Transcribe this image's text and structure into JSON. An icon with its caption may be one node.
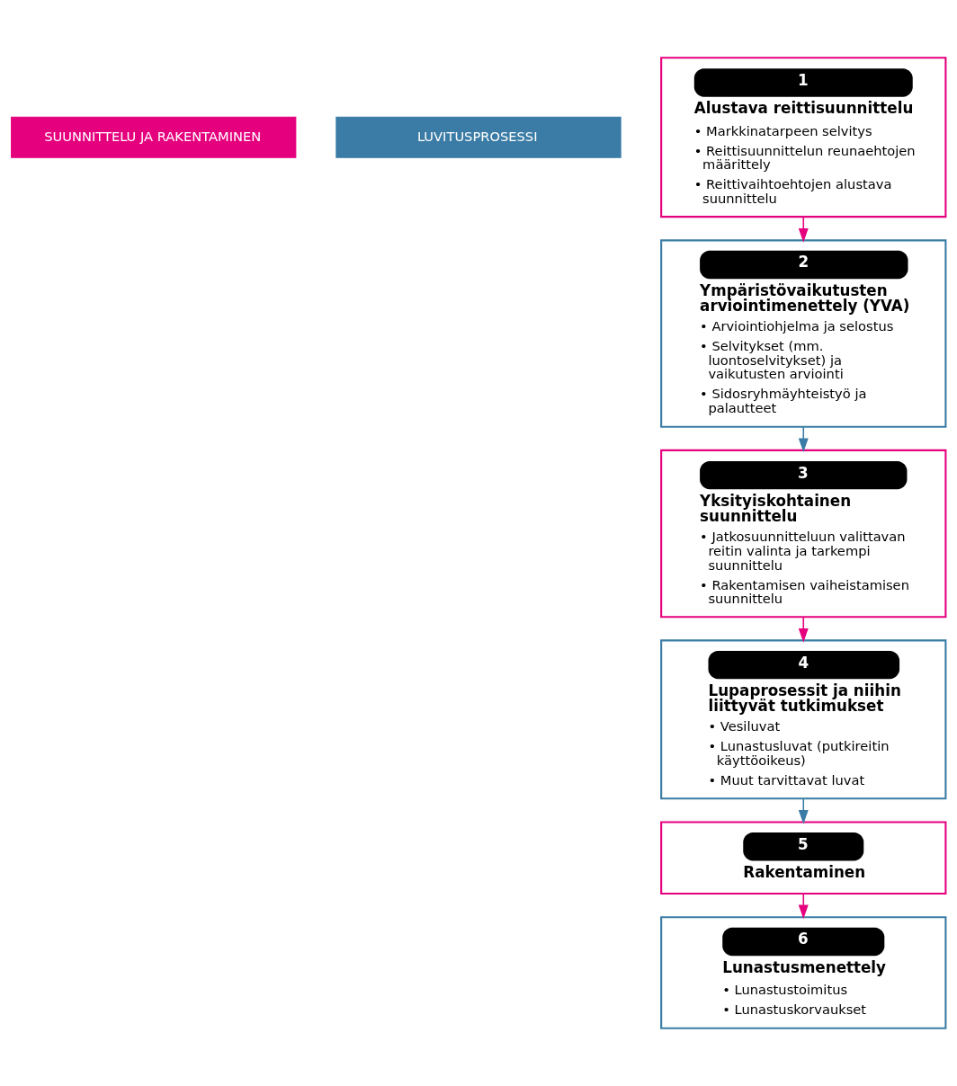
{
  "diagram": {
    "nodes": [
      {
        "text": [
          "SUUNNITTELU JA RAKENTAMINEN"
        ]
      },
      {
        "text": [
          "LUVITUSPROSESSI"
        ]
      },
      {
        "text": [
          "1",
          "Alustava reittisuunnittelu",
          "• Markkinatarpeen selvitys",
          "• Reittisuunnittelun reunaehtojen määrittely",
          "• Reittivaihtoehtojen alustava suunnittelu"
        ]
      },
      {
        "text": [
          "2",
          "Ympäristövaikutusten arviointimenettely (YVA)",
          "• Arviointiohjelma ja selostus",
          "• Selvitykset (mm. luontoselvitykset) ja vaikutusten arviointi",
          "• Sidosryhmäyhteistyö ja palautteet"
        ]
      },
      {
        "text": [
          "3",
          "Yksityiskohtainen suunnittelu",
          "• Jatkosuunnitteluun valittavan reitin valinta ja tarkempi suunnittelu",
          "• Rakentamisen vaiheistamisen suunnittelu"
        ]
      },
      {
        "text": [
          "4",
          "Lupaprosessit ja niihin liittyvät tutkimukset",
          "• Vesiluvat",
          "• Lunastusluvat (putkireitin käyttöoikeus)",
          "• Muut tarvittavat luvat"
        ]
      },
      {
        "text": [
          "5",
          "Rakentaminen"
        ]
      },
      {
        "text": [
          "6",
          "Lunastusmenettely",
          "• Lunastustoimitus",
          "• Lunastuskorvaukset"
        ]
      }
    ],
    "edges": [
      {
        "from": 2,
        "to": 3,
        "arrow": "to"
      },
      {
        "from": 3,
        "to": 4,
        "arrow": "to",
        "color": "#3a7ca5"
      },
      {
        "from": 4,
        "to": 5,
        "arrow": "to"
      },
      {
        "from": 5,
        "to": 6,
        "arrow": "to",
        "color": "#3a7ca5"
      },
      {
        "from": 6,
        "to": 7,
        "arrow": "to"
      }
    ]
  }
}
